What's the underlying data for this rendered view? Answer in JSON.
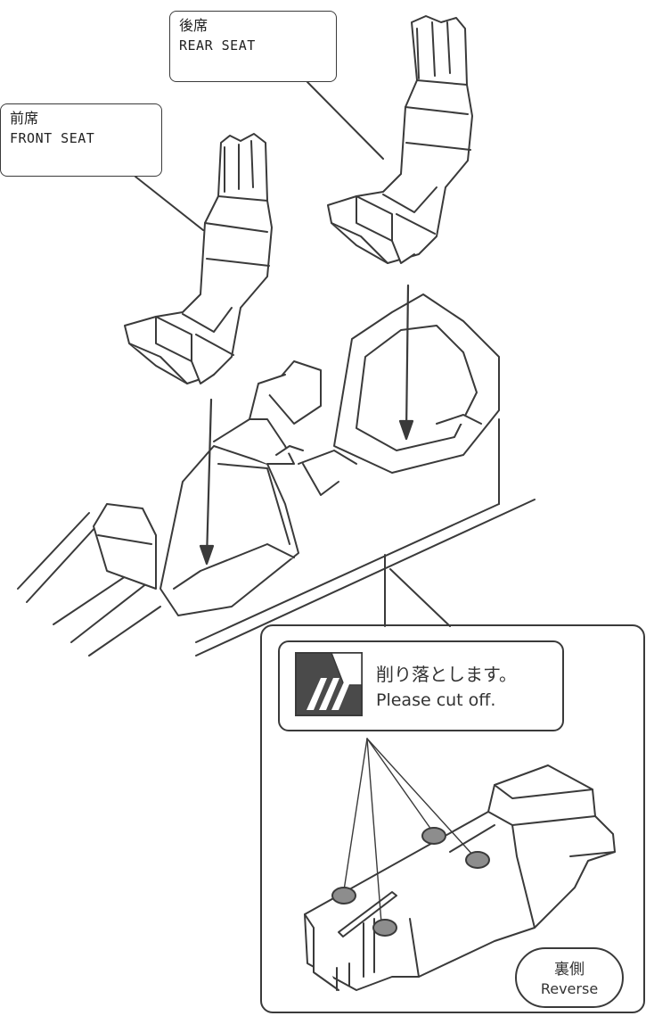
{
  "callouts": {
    "rear": {
      "jp": "後席",
      "en": "REAR SEAT"
    },
    "front": {
      "jp": "前席",
      "en": "FRONT SEAT"
    }
  },
  "legend": {
    "jp": "削り落とします。",
    "en": "Please cut off."
  },
  "reverse_badge": {
    "jp": "裏側",
    "en": "Reverse"
  },
  "colors": {
    "line": "#3a3a3a",
    "marked_pin": "#8d8d8d",
    "paper": "#ffffff"
  },
  "icons": {
    "front_seat": "ejection-seat-icon",
    "rear_seat": "ejection-seat-icon",
    "cockpit_tub": "cockpit-tub-icon",
    "tub_reverse": "tub-underside-icon",
    "legend_swatch": "cut-off-swatch-icon"
  }
}
